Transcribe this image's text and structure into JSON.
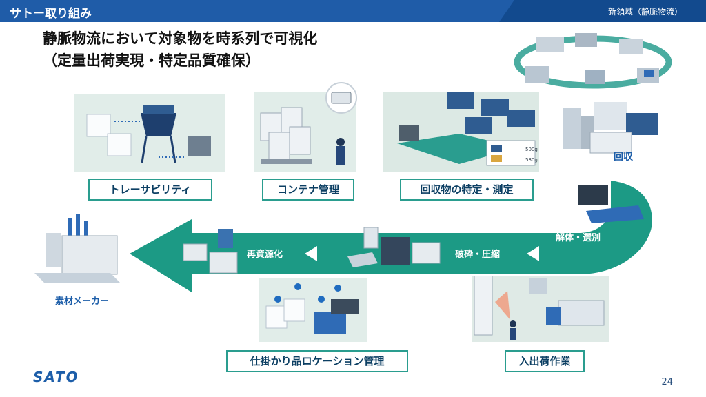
{
  "header": {
    "title": "サトー取り組み",
    "section": "新領域（静脈物流）"
  },
  "headline": {
    "line1": "静脈物流において対象物を時系列で可視化",
    "line2": "（定量出荷実現・特定品質確保）"
  },
  "process_labels": {
    "traceability": "トレーサビリティ",
    "container_management": "コンテナ管理",
    "collected_item_identification": "回収物の特定・測定",
    "location_management": "仕掛かり品ロケーション管理",
    "shipping_work": "入出荷作業"
  },
  "flow_labels": {
    "collection": "回収",
    "dismantling_sorting": "解体・選別",
    "crushing_compression": "破砕・圧縮",
    "recycling": "再資源化",
    "material_maker": "素材メーカー"
  },
  "measurement_values": [
    "500g",
    "580g"
  ],
  "brand": {
    "logo_text": "SATO",
    "color": "#1d5ea9"
  },
  "page_number": "24"
}
